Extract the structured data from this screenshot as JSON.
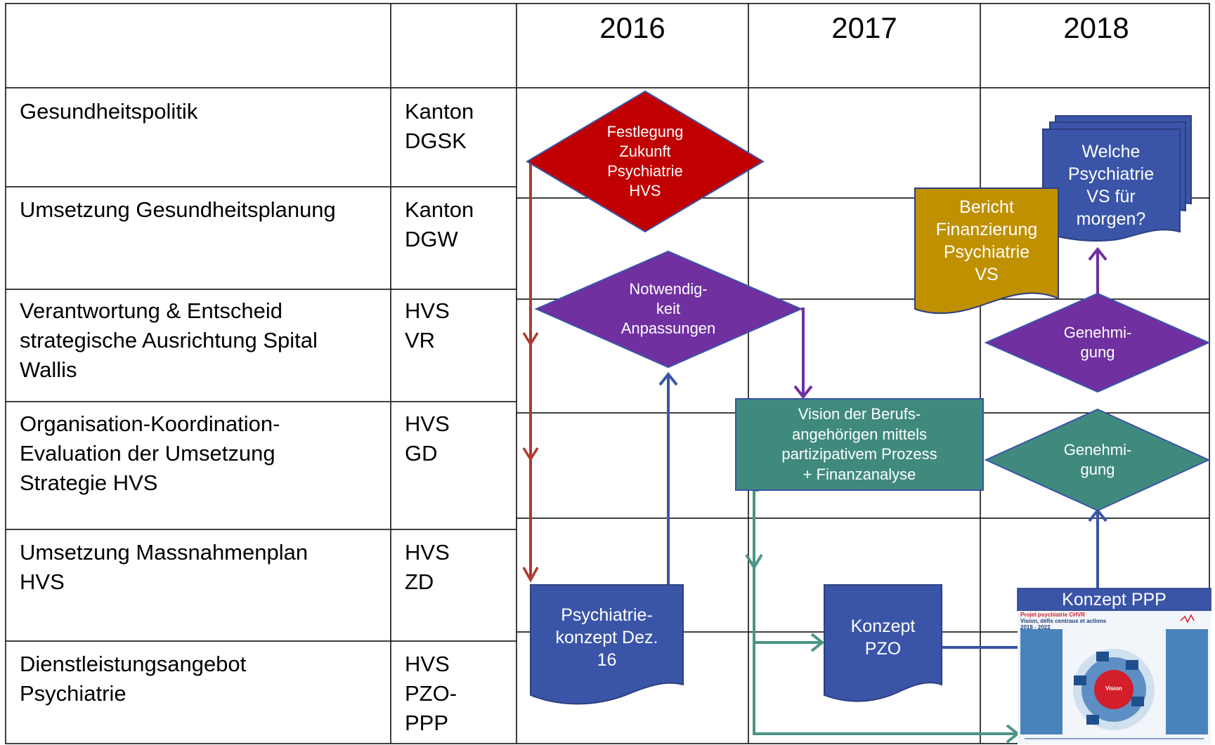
{
  "years": [
    "2016",
    "2017",
    "2018"
  ],
  "rows": [
    {
      "topic": "Gesundheitspolitik",
      "actor": "Kanton\nDGSK"
    },
    {
      "topic": "Umsetzung Gesundheitsplanung",
      "actor": "Kanton\nDGW"
    },
    {
      "topic": "Verantwortung & Entscheid strategische Ausrichtung Spital Wallis",
      "actor": "HVS\nVR"
    },
    {
      "topic": "Organisation-Koordination-Evaluation der Umsetzung Strategie HVS",
      "actor": "HVS\nGD"
    },
    {
      "topic": "Umsetzung Massnahmenplan HVS",
      "actor": "HVS\nZD"
    },
    {
      "topic": "Dienstleistungsangebot Psychiatrie",
      "actor": "HVS\nPZO-\nPPP"
    }
  ],
  "shapes": {
    "festlegung": "Festlegung\nZukunft\nPsychiatrie\nHVS",
    "notwendigkeit": "Notwendig-\nkeit\nAnpassungen",
    "vision": "Vision der Berufs-\nangehörigen mittels\npartizipativem Prozess\n+ Finanzanalyse",
    "genehmigung_purple": "Genehmi-\ngung",
    "genehmigung_teal": "Genehmi-\ngung",
    "welche": "Welche\nPsychiatrie\nVS für\nmorgen?",
    "bericht": "Bericht\nFinanzierung\nPsychiatrie\nVS",
    "psychiatriekonzept": "Psychiatrie-\nkonzept Dez.\n16",
    "konzept_pzo": "Konzept\nPZO",
    "konzept_ppp": "Konzept PPP"
  },
  "poster": {
    "title": "Projet psychiatrie CHVR",
    "subtitle": "Vision, défis centraux et actions",
    "years": "2018 - 2022",
    "center": "Vision"
  },
  "colors": {
    "red": "#c00000",
    "purple": "#7030a0",
    "teal": "#3f8a7d",
    "blue": "#3a55a8",
    "gold": "#bf9000",
    "arrow_red": "#b03a2e",
    "arrow_blue": "#3a55a8",
    "arrow_purple": "#7030a0",
    "arrow_teal": "#4a9585"
  }
}
